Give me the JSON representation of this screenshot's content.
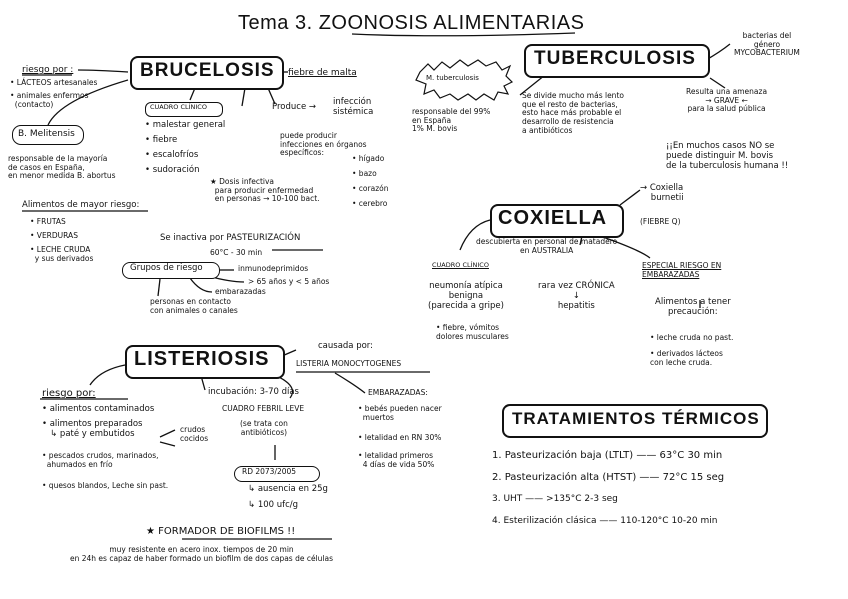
{
  "title": "Tema 3.  ZOONOSIS ALIMENTARIAS",
  "brucelosis": {
    "name": "BRUCELOSIS",
    "alias": "fiebre de malta",
    "riesgo_title": "riesgo por :",
    "riesgo_1": "• LÁCTEOS artesanales",
    "riesgo_2": "• animales enfermos\n  (contacto)",
    "species": "B. Melitensis",
    "species_note": "responsable de la mayoría\nde casos en España,\nen menor medida B. abortus",
    "cuadro_label": "CUADRO CLÍNICO",
    "sintomas": [
      "• malestar general",
      "• fiebre",
      "• escalofríos",
      "• sudoración"
    ],
    "produce": "Produce →",
    "infeccion": "infección\nsistémica",
    "organos_intro": "puede producir\ninfecciones en órganos\nespecíficos:",
    "organos": [
      "• hígado",
      "• bazo",
      "• corazón",
      "• cerebro"
    ],
    "dosis": "★ Dosis infectiva\n  para producir enfermedad\n  en personas → 10-100 bact.",
    "alimentos_title": "Alimentos de mayor riesgo:",
    "alimentos": [
      "• FRUTAS",
      "• VERDURAS",
      "• LECHE CRUDA\n  y sus derivados"
    ],
    "inactiva": "Se inactiva por PASTEURIZACIÓN",
    "inactiva_temp": "60°C - 30 min",
    "grupos_label": "Grupos de riesgo",
    "grupos": [
      "inmunodeprimidos",
      "> 65 años y < 5 años",
      "embarazadas",
      "personas en contacto\ncon animales o canales"
    ]
  },
  "tuberculosis": {
    "name": "TUBERCULOSIS",
    "species": "M. tuberculosis",
    "resp": "responsable del 99%\nen España\n1% M. bovis",
    "divide": "Se divide mucho más lento\nque el resto de bacterias,\nesto hace más probable el\ndesarrollo de resistencia\na antibióticos",
    "bacterias": "bacterias del\ngénero\nMYCOBACTERIUM",
    "amenaza": "Resulta una amenaza\n→ GRAVE ←\npara la salud pública",
    "nota": "¡¡En muchos casos NO se\npuede distinguir M. bovis\nde la tuberculosis humana !!"
  },
  "coxiella": {
    "name": "COXIELLA",
    "species": "→ Coxiella\n    burnetii",
    "fiebre": "(FIEBRE Q)",
    "descubierta": "descubierta en personal de matadero\nen AUSTRALIA",
    "cuadro_label": "CUADRO CLÍNICO",
    "neumonia": "neumonía atípica\nbenigna\n(parecida a gripe)",
    "cronica": "rara vez CRÓNICA\n↓\nhepatitis",
    "fiebre_vomitos": "• fiebre, vómitos\ndolores musculares",
    "especial": "ESPECIAL RIESGO EN\nEMBARAZADAS",
    "precaucion": "Alimentos a tener\nprecaución:",
    "alimentos": [
      "• leche cruda no past.",
      "• derivados lácteos\ncon leche cruda."
    ]
  },
  "listeriosis": {
    "name": "LISTERIOSIS",
    "causada": "causada por:",
    "agente": "LISTERIA MONOCYTOGENES",
    "riesgo_title": "riesgo por:",
    "riesgo": [
      "• alimentos contaminados",
      "• alimentos preparados\n   ↳ paté y embutidos",
      "• pescados crudos, marinados,\n  ahumados en frío",
      "• quesos blandos, Leche sin past."
    ],
    "crudos_cocidos": "crudos\ncocidos",
    "incubacion": "incubación: 3-70 días",
    "cuadro_febril": "CUADRO FEBRIL LEVE",
    "se_trata": "(se trata con\nantibióticos)",
    "rd_label": "RD 2073/2005",
    "rd_items": [
      "↳ ausencia en 25g",
      "↳ 100 ufc/g"
    ],
    "embarazadas_title": "EMBARAZADAS:",
    "embarazadas": [
      "• bebés pueden nacer\n  muertos",
      "• letalidad en RN 30%",
      "• letalidad primeros\n  4 días de vida 50%"
    ],
    "biofilms": "★ FORMADOR DE BIOFILMS !!",
    "biofilms_note": "muy resistente en acero inox. tiempos de 20 min\nen 24h es capaz de haber formado un biofilm de dos capas de células"
  },
  "tratamientos": {
    "title": "TRATAMIENTOS TÉRMICOS",
    "items": [
      "1. Pasteurización baja (LTLT) ——  63°C    30 min",
      "2. Pasteurización alta (HTST) ——  72°C    15 seg",
      "3. UHT ——  >135°C  2-3 seg",
      "4. Esterilización clásica —— 110-120°C  10-20 min"
    ]
  }
}
